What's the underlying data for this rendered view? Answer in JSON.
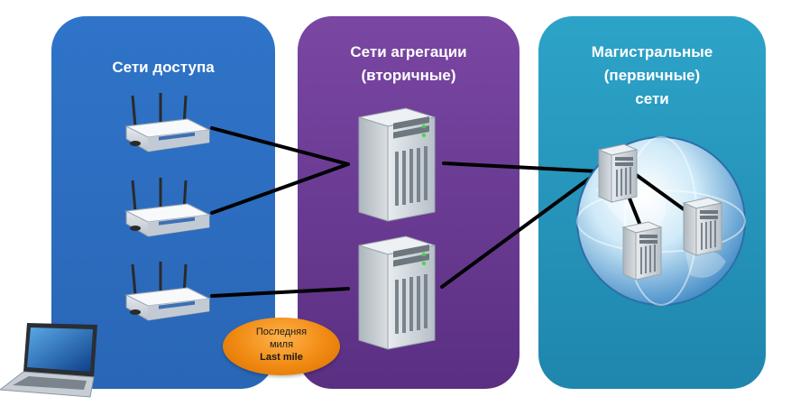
{
  "panels": {
    "access": {
      "title": "Сети доступа"
    },
    "aggregation": {
      "title": "Сети агрегации\n(вторичные)"
    },
    "core": {
      "title": "Магистральные\n(первичные)\nсети"
    }
  },
  "last_mile": {
    "line1": "Последняя",
    "line2": "миля",
    "line3": "Last mile"
  },
  "colors": {
    "access": "#2f74c9",
    "aggregation": "#6a3b93",
    "core": "#2696bd",
    "last_mile": "#f08a12",
    "links": "#000000"
  },
  "icons": [
    "wifi-router-icon",
    "server-tower-icon",
    "globe-icon",
    "laptop-icon"
  ]
}
